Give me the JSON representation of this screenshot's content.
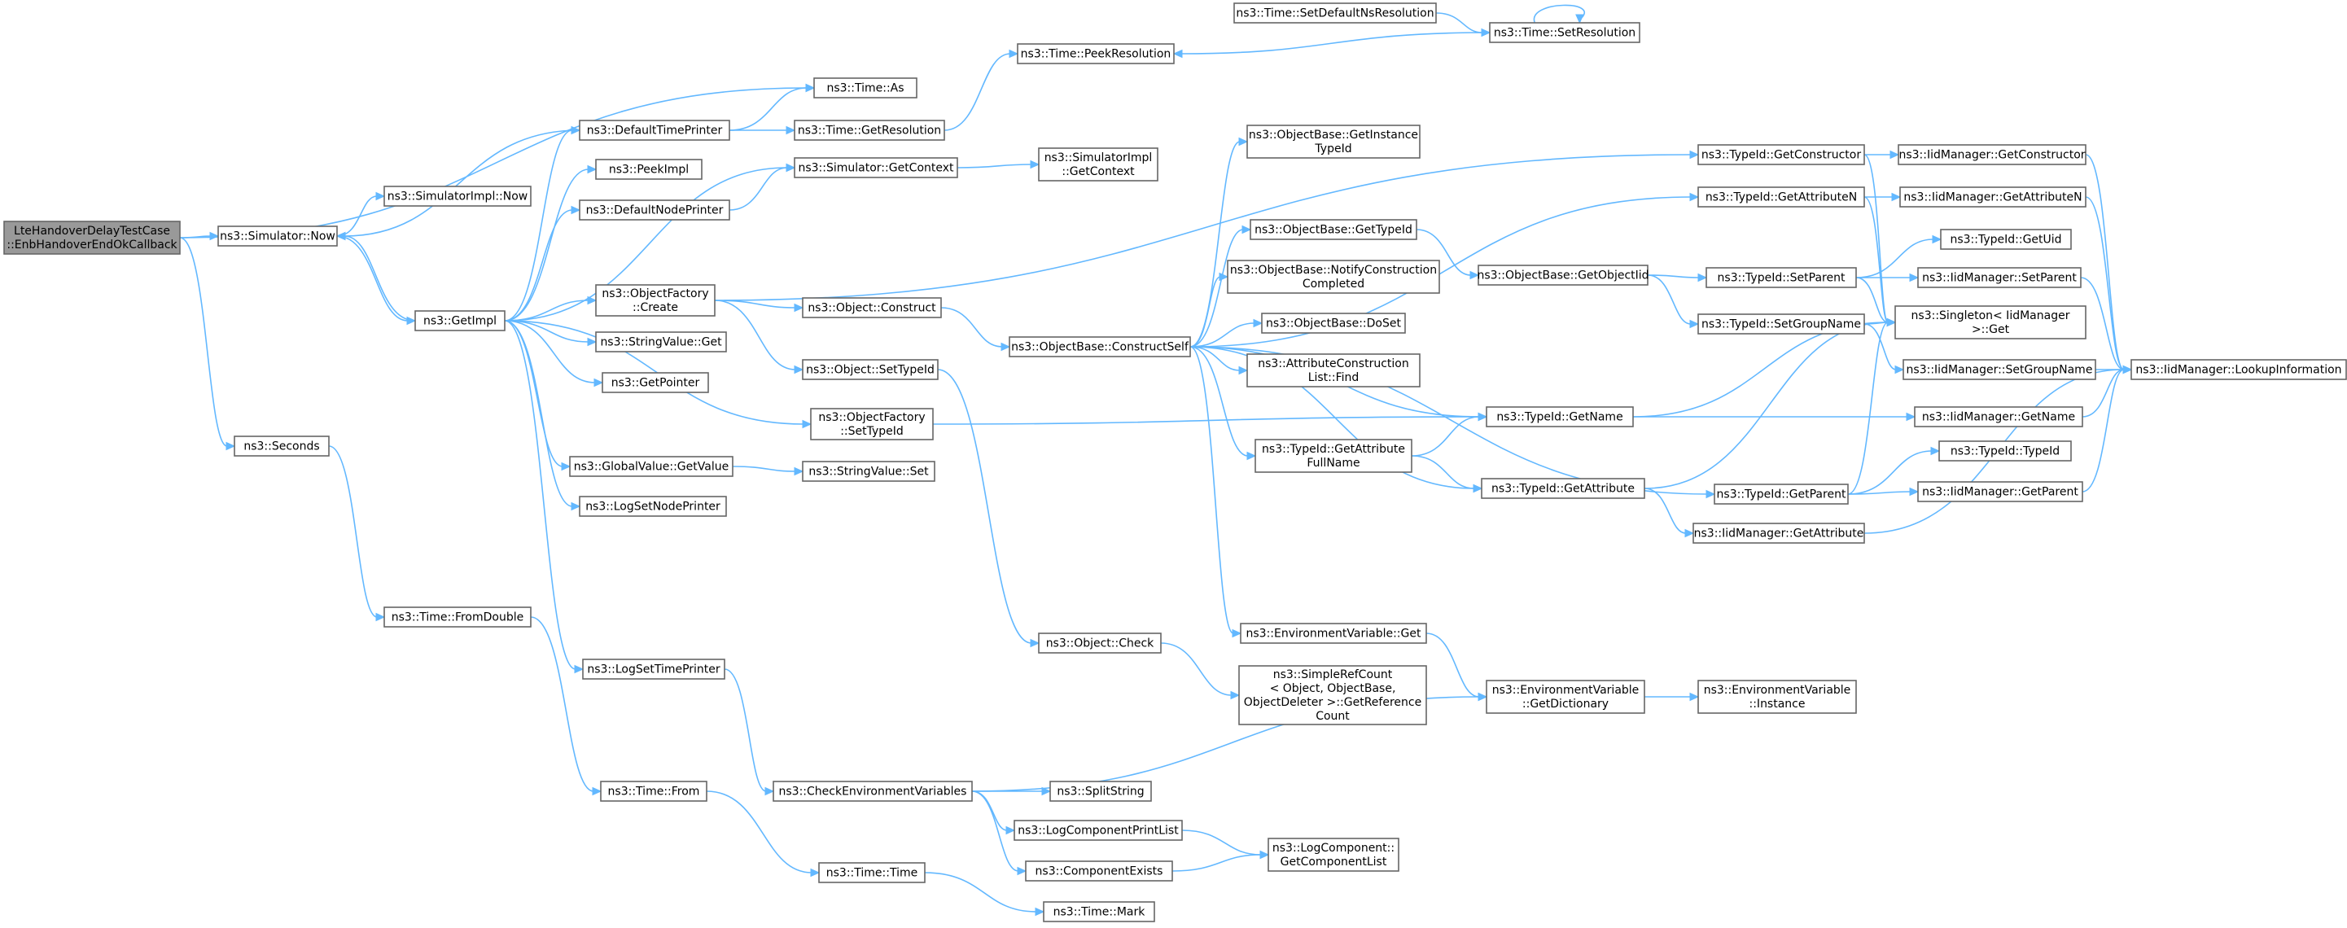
{
  "colors": {
    "edge": "#63b8ff",
    "node_border": "#666666",
    "root_fill": "#999999",
    "node_fill": "#ffffff"
  },
  "graph": {
    "nodes": [
      {
        "id": "root",
        "lines": [
          "LteHandoverDelayTestCase",
          "::EnbHandoverEndOkCallback"
        ],
        "root": true
      },
      {
        "id": "sim_now",
        "lines": [
          "ns3::Simulator::Now"
        ]
      },
      {
        "id": "seconds",
        "lines": [
          "ns3::Seconds"
        ]
      },
      {
        "id": "simimpl_now",
        "lines": [
          "ns3::SimulatorImpl::Now"
        ]
      },
      {
        "id": "getimpl",
        "lines": [
          "ns3::GetImpl"
        ]
      },
      {
        "id": "fromdouble",
        "lines": [
          "ns3::Time::FromDouble"
        ]
      },
      {
        "id": "time_as",
        "lines": [
          "ns3::Time::As"
        ]
      },
      {
        "id": "def_time_printer",
        "lines": [
          "ns3::DefaultTimePrinter"
        ]
      },
      {
        "id": "peekimpl",
        "lines": [
          "ns3::PeekImpl"
        ]
      },
      {
        "id": "def_node_printer",
        "lines": [
          "ns3::DefaultNodePrinter"
        ]
      },
      {
        "id": "of_create",
        "lines": [
          "ns3::ObjectFactory",
          "::Create"
        ]
      },
      {
        "id": "sv_get",
        "lines": [
          "ns3::StringValue::Get"
        ]
      },
      {
        "id": "getpointer",
        "lines": [
          "ns3::GetPointer"
        ]
      },
      {
        "id": "of_settypeid",
        "lines": [
          "ns3::ObjectFactory",
          "::SetTypeId"
        ]
      },
      {
        "id": "gv_getvalue",
        "lines": [
          "ns3::GlobalValue::GetValue"
        ]
      },
      {
        "id": "log_set_node_printer",
        "lines": [
          "ns3::LogSetNodePrinter"
        ]
      },
      {
        "id": "log_set_time_printer",
        "lines": [
          "ns3::LogSetTimePrinter"
        ]
      },
      {
        "id": "time_from",
        "lines": [
          "ns3::Time::From"
        ]
      },
      {
        "id": "time_getres",
        "lines": [
          "ns3::Time::GetResolution"
        ]
      },
      {
        "id": "sim_getctx",
        "lines": [
          "ns3::Simulator::GetContext"
        ]
      },
      {
        "id": "simimpl_getctx",
        "lines": [
          "ns3::SimulatorImpl",
          "::GetContext"
        ]
      },
      {
        "id": "obj_construct",
        "lines": [
          "ns3::Object::Construct"
        ]
      },
      {
        "id": "obj_settypeid",
        "lines": [
          "ns3::Object::SetTypeId"
        ]
      },
      {
        "id": "sv_set",
        "lines": [
          "ns3::StringValue::Set"
        ]
      },
      {
        "id": "check_env",
        "lines": [
          "ns3::CheckEnvironmentVariables"
        ]
      },
      {
        "id": "time_time",
        "lines": [
          "ns3::Time::Time"
        ]
      },
      {
        "id": "time_peekres",
        "lines": [
          "ns3::Time::PeekResolution"
        ]
      },
      {
        "id": "time_setdefns",
        "lines": [
          "ns3::Time::SetDefaultNsResolution"
        ]
      },
      {
        "id": "time_setres",
        "lines": [
          "ns3::Time::SetResolution"
        ]
      },
      {
        "id": "ob_constructself",
        "lines": [
          "ns3::ObjectBase::ConstructSelf"
        ]
      },
      {
        "id": "obj_check",
        "lines": [
          "ns3::Object::Check"
        ]
      },
      {
        "id": "splitstring",
        "lines": [
          "ns3::SplitString"
        ]
      },
      {
        "id": "log_comp_print_list",
        "lines": [
          "ns3::LogComponentPrintList"
        ]
      },
      {
        "id": "comp_exists",
        "lines": [
          "ns3::ComponentExists"
        ]
      },
      {
        "id": "time_mark",
        "lines": [
          "ns3::Time::Mark"
        ]
      },
      {
        "id": "ob_getinstancetypeid",
        "lines": [
          "ns3::ObjectBase::GetInstance",
          "TypeId"
        ]
      },
      {
        "id": "ob_gettypeid",
        "lines": [
          "ns3::ObjectBase::GetTypeId"
        ]
      },
      {
        "id": "ob_notify",
        "lines": [
          "ns3::ObjectBase::NotifyConstruction",
          "Completed"
        ]
      },
      {
        "id": "ob_doset",
        "lines": [
          "ns3::ObjectBase::DoSet"
        ]
      },
      {
        "id": "acl_find",
        "lines": [
          "ns3::AttributeConstruction",
          "List::Find"
        ]
      },
      {
        "id": "tid_getattrfullname",
        "lines": [
          "ns3::TypeId::GetAttribute",
          "FullName"
        ]
      },
      {
        "id": "env_get",
        "lines": [
          "ns3::EnvironmentVariable::Get"
        ]
      },
      {
        "id": "simplerefcount",
        "lines": [
          "ns3::SimpleRefCount",
          "< Object, ObjectBase,",
          "ObjectDeleter >::GetReference",
          "Count"
        ]
      },
      {
        "id": "lc_getcomplist",
        "lines": [
          "ns3::LogComponent::",
          "GetComponentList"
        ]
      },
      {
        "id": "ob_getobjectiid",
        "lines": [
          "ns3::ObjectBase::GetObjectIid"
        ]
      },
      {
        "id": "tid_getname",
        "lines": [
          "ns3::TypeId::GetName"
        ]
      },
      {
        "id": "tid_getattribute",
        "lines": [
          "ns3::TypeId::GetAttribute"
        ]
      },
      {
        "id": "env_getdict",
        "lines": [
          "ns3::EnvironmentVariable",
          "::GetDictionary"
        ]
      },
      {
        "id": "tid_getconstructor",
        "lines": [
          "ns3::TypeId::GetConstructor"
        ]
      },
      {
        "id": "tid_getattributen",
        "lines": [
          "ns3::TypeId::GetAttributeN"
        ]
      },
      {
        "id": "tid_setparent",
        "lines": [
          "ns3::TypeId::SetParent"
        ]
      },
      {
        "id": "tid_setgroupname",
        "lines": [
          "ns3::TypeId::SetGroupName"
        ]
      },
      {
        "id": "tid_getparent",
        "lines": [
          "ns3::TypeId::GetParent"
        ]
      },
      {
        "id": "iid_getattribute",
        "lines": [
          "ns3::IidManager::GetAttribute"
        ]
      },
      {
        "id": "env_instance",
        "lines": [
          "ns3::EnvironmentVariable",
          "::Instance"
        ]
      },
      {
        "id": "iid_getconstructor",
        "lines": [
          "ns3::IidManager::GetConstructor"
        ]
      },
      {
        "id": "iid_getattributen",
        "lines": [
          "ns3::IidManager::GetAttributeN"
        ]
      },
      {
        "id": "tid_getuid",
        "lines": [
          "ns3::TypeId::GetUid"
        ]
      },
      {
        "id": "iid_setparent",
        "lines": [
          "ns3::IidManager::SetParent"
        ]
      },
      {
        "id": "singleton_get",
        "lines": [
          "ns3::Singleton< IidManager",
          ">::Get"
        ]
      },
      {
        "id": "iid_setgroupname",
        "lines": [
          "ns3::IidManager::SetGroupName"
        ]
      },
      {
        "id": "iid_getname",
        "lines": [
          "ns3::IidManager::GetName"
        ]
      },
      {
        "id": "tid_typeid",
        "lines": [
          "ns3::TypeId::TypeId"
        ]
      },
      {
        "id": "iid_getparent",
        "lines": [
          "ns3::IidManager::GetParent"
        ]
      },
      {
        "id": "iid_lookup",
        "lines": [
          "ns3::IidManager::LookupInformation"
        ]
      }
    ],
    "edges": [
      [
        "root",
        "sim_now"
      ],
      [
        "root",
        "time_as"
      ],
      [
        "root",
        "seconds"
      ],
      [
        "sim_now",
        "simimpl_now"
      ],
      [
        "sim_now",
        "getimpl"
      ],
      [
        "getimpl",
        "def_time_printer"
      ],
      [
        "getimpl",
        "peekimpl"
      ],
      [
        "getimpl",
        "def_node_printer"
      ],
      [
        "getimpl",
        "sim_getctx"
      ],
      [
        "getimpl",
        "of_create"
      ],
      [
        "getimpl",
        "sv_get"
      ],
      [
        "getimpl",
        "getpointer"
      ],
      [
        "getimpl",
        "of_settypeid"
      ],
      [
        "getimpl",
        "gv_getvalue"
      ],
      [
        "getimpl",
        "log_set_node_printer"
      ],
      [
        "getimpl",
        "log_set_time_printer"
      ],
      [
        "getimpl",
        "sim_now"
      ],
      [
        "def_time_printer",
        "time_as"
      ],
      [
        "def_time_printer",
        "time_getres"
      ],
      [
        "def_time_printer",
        "sim_now"
      ],
      [
        "time_getres",
        "time_peekres"
      ],
      [
        "time_setdefns",
        "time_setres"
      ],
      [
        "time_setres",
        "time_peekres"
      ],
      [
        "time_setres",
        "time_setres"
      ],
      [
        "def_node_printer",
        "sim_getctx"
      ],
      [
        "sim_getctx",
        "simimpl_getctx"
      ],
      [
        "of_create",
        "obj_construct"
      ],
      [
        "of_create",
        "obj_settypeid"
      ],
      [
        "of_create",
        "tid_getconstructor"
      ],
      [
        "obj_construct",
        "ob_constructself"
      ],
      [
        "obj_settypeid",
        "obj_check"
      ],
      [
        "of_settypeid",
        "tid_getname"
      ],
      [
        "gv_getvalue",
        "sv_set"
      ],
      [
        "log_set_time_printer",
        "check_env"
      ],
      [
        "seconds",
        "fromdouble"
      ],
      [
        "fromdouble",
        "time_from"
      ],
      [
        "time_from",
        "time_time"
      ],
      [
        "time_time",
        "time_mark"
      ],
      [
        "check_env",
        "env_getdict"
      ],
      [
        "check_env",
        "splitstring"
      ],
      [
        "check_env",
        "log_comp_print_list"
      ],
      [
        "check_env",
        "comp_exists"
      ],
      [
        "log_comp_print_list",
        "lc_getcomplist"
      ],
      [
        "comp_exists",
        "lc_getcomplist"
      ],
      [
        "obj_check",
        "simplerefcount"
      ],
      [
        "ob_constructself",
        "ob_getinstancetypeid"
      ],
      [
        "ob_constructself",
        "ob_gettypeid"
      ],
      [
        "ob_constructself",
        "ob_notify"
      ],
      [
        "ob_constructself",
        "ob_doset"
      ],
      [
        "ob_constructself",
        "acl_find"
      ],
      [
        "ob_constructself",
        "tid_getname"
      ],
      [
        "ob_constructself",
        "tid_getattrfullname"
      ],
      [
        "ob_constructself",
        "tid_getattribute"
      ],
      [
        "ob_constructself",
        "tid_getparent"
      ],
      [
        "ob_constructself",
        "tid_getattributen"
      ],
      [
        "ob_constructself",
        "env_get"
      ],
      [
        "ob_gettypeid",
        "ob_getobjectiid"
      ],
      [
        "ob_getobjectiid",
        "tid_setparent"
      ],
      [
        "ob_getobjectiid",
        "tid_setgroupname"
      ],
      [
        "tid_getattrfullname",
        "tid_getname"
      ],
      [
        "tid_getattrfullname",
        "tid_getattribute"
      ],
      [
        "tid_getname",
        "iid_getname"
      ],
      [
        "tid_getname",
        "singleton_get"
      ],
      [
        "tid_getattribute",
        "iid_getattribute"
      ],
      [
        "tid_getattribute",
        "singleton_get"
      ],
      [
        "env_get",
        "env_getdict"
      ],
      [
        "env_getdict",
        "env_instance"
      ],
      [
        "tid_getconstructor",
        "iid_getconstructor"
      ],
      [
        "tid_getconstructor",
        "singleton_get"
      ],
      [
        "tid_getattributen",
        "iid_getattributen"
      ],
      [
        "tid_getattributen",
        "singleton_get"
      ],
      [
        "tid_setparent",
        "tid_getuid"
      ],
      [
        "tid_setparent",
        "iid_setparent"
      ],
      [
        "tid_setparent",
        "singleton_get"
      ],
      [
        "tid_setgroupname",
        "iid_setgroupname"
      ],
      [
        "tid_setgroupname",
        "singleton_get"
      ],
      [
        "tid_getparent",
        "tid_typeid"
      ],
      [
        "tid_getparent",
        "iid_getparent"
      ],
      [
        "tid_getparent",
        "singleton_get"
      ],
      [
        "iid_getconstructor",
        "iid_lookup"
      ],
      [
        "iid_getattributen",
        "iid_lookup"
      ],
      [
        "iid_setparent",
        "iid_lookup"
      ],
      [
        "iid_setgroupname",
        "iid_lookup"
      ],
      [
        "iid_getname",
        "iid_lookup"
      ],
      [
        "iid_getparent",
        "iid_lookup"
      ],
      [
        "iid_getattribute",
        "iid_lookup"
      ]
    ]
  }
}
